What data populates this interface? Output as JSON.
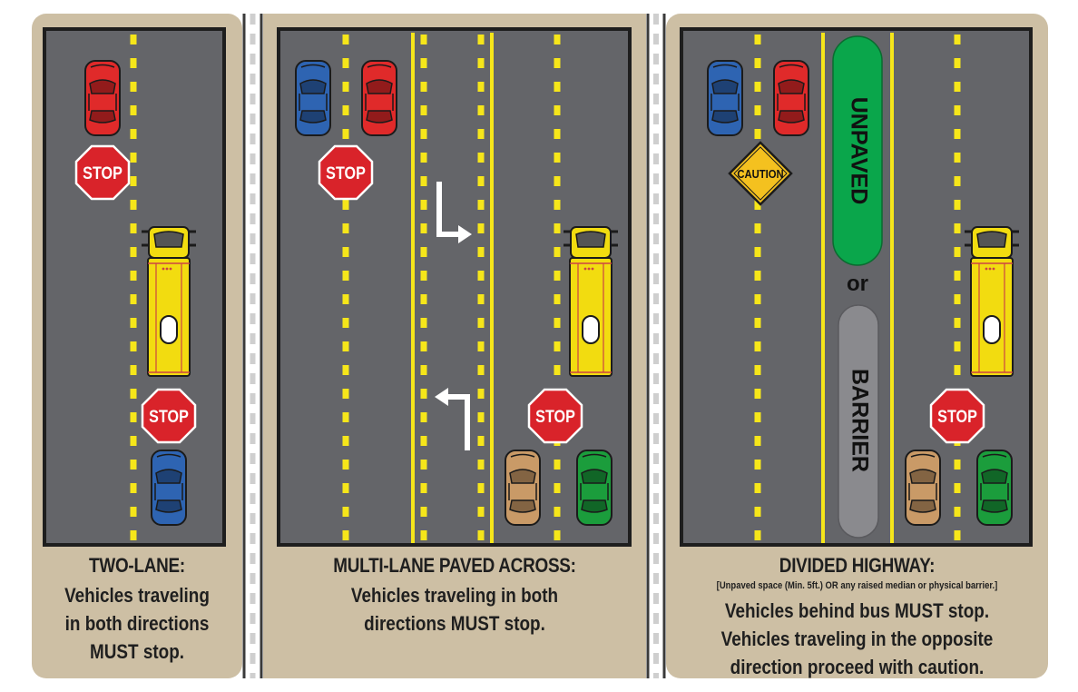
{
  "colors": {
    "frame": "#cdbfa4",
    "road": "#646569",
    "road_border": "#1e1e1e",
    "yellow": "#f6e61a",
    "stop_red": "#d9232a",
    "caution_yellow": "#f4c11f",
    "median_green": "#0aa64b",
    "barrier_gray": "#8a8a8e",
    "bus_yellow": "#f2dc10",
    "car_red": "#e02a2a",
    "car_blue": "#2e64b2",
    "car_tan": "#c99a67",
    "car_green": "#1b9d3c"
  },
  "signs": {
    "stop": "STOP",
    "caution": "CAUTION"
  },
  "median": {
    "unpaved": "UNPAVED",
    "or": "or",
    "barrier": "BARRIER"
  },
  "panels": [
    {
      "title": "TWO-LANE:",
      "lines": [
        "Vehicles traveling",
        "in both directions"
      ],
      "must_line": {
        "bold": "MUST",
        "rest": " stop."
      }
    },
    {
      "title": "MULTI-LANE PAVED ACROSS:",
      "lines": [
        "Vehicles traveling in both"
      ],
      "must_line": {
        "pre": "directions ",
        "bold": "MUST",
        "rest": " stop."
      }
    },
    {
      "title": "DIVIDED HIGHWAY:",
      "note": "[Unpaved space (Min. 5ft.) OR any raised median or physical barrier.]",
      "must_line": {
        "pre": "Vehicles behind bus ",
        "bold": "MUST",
        "rest": " stop."
      },
      "lines": [
        "Vehicles traveling in the opposite",
        "direction proceed with caution."
      ]
    }
  ]
}
